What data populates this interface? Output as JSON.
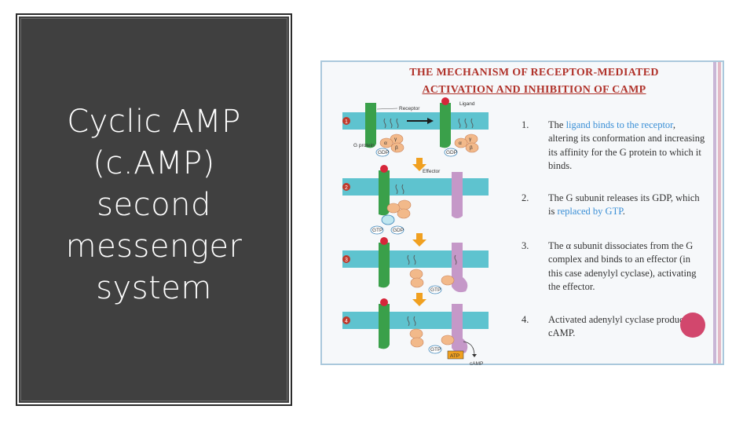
{
  "slide": {
    "title_lines": [
      "Cyclic AMP",
      "(c.AMP)",
      "second",
      "messenger",
      "system"
    ]
  },
  "figure": {
    "title_line1": "The mechanism of receptor-mediated",
    "title_line2": "activation and inhibition of cAMP",
    "labels": {
      "receptor": "Receptor",
      "ligand": "Ligand",
      "g_protein": "G protein",
      "effector": "Effector",
      "gdp": "GDP",
      "gtp": "GTP",
      "atp": "ATP",
      "camp": "cAMP",
      "alpha": "α",
      "beta": "β",
      "gamma": "γ"
    },
    "steps": [
      {
        "num": "1.",
        "parts": [
          "The ",
          "ligand binds to the receptor",
          ", altering its conformation and increasing its affinity for the G protein to which it binds."
        ]
      },
      {
        "num": "2.",
        "parts": [
          "The G subunit releases its GDP, which is ",
          "replaced by GTP",
          "."
        ]
      },
      {
        "num": "3.",
        "text": "The α subunit dissociates from the G complex and binds to an effector (in this case adenylyl cyclase), activating the effector."
      },
      {
        "num": "4.",
        "text": "Activated adenylyl cyclase produces cAMP."
      }
    ],
    "colors": {
      "membrane": "#5ec3cf",
      "receptor": "#3aa04a",
      "effector": "#c598c8",
      "ligand": "#d6273a",
      "subunit": "#f2b98a",
      "arrow": "#f0a020",
      "title": "#b0322a",
      "highlight": "#3a8fd6"
    }
  }
}
